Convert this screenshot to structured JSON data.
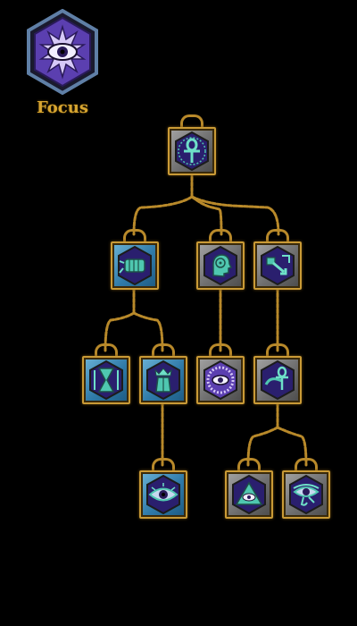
{
  "school": {
    "name": "Focus",
    "emblem_icon": "eye-icon"
  },
  "colors": {
    "chain": "#b8892a",
    "frame_gold": "#c99a36",
    "title_gold": "#d7a531",
    "node_blue": "#2f7aa8",
    "node_gray": "#6e6e6e",
    "icon_purple": "#3a2a8a",
    "icon_teal": "#4fc7b0"
  },
  "nodes": [
    {
      "id": "root",
      "icon": "ankh-icon",
      "style": "gray"
    },
    {
      "id": "n2a",
      "icon": "clenched-fist-icon",
      "style": "blue"
    },
    {
      "id": "n2b",
      "icon": "mind-head-icon",
      "style": "gray"
    },
    {
      "id": "n2c",
      "icon": "push-arrow-icon",
      "style": "gray"
    },
    {
      "id": "n3a",
      "icon": "hourglass-icon",
      "style": "blue"
    },
    {
      "id": "n3b",
      "icon": "crowned-figure-icon",
      "style": "blue"
    },
    {
      "id": "n3c",
      "icon": "radiant-eye-icon",
      "style": "gray"
    },
    {
      "id": "n3d",
      "icon": "ankh-hand-icon",
      "style": "gray"
    },
    {
      "id": "n4a",
      "icon": "watchful-eye-icon",
      "style": "blue"
    },
    {
      "id": "n4b",
      "icon": "pyramid-eye-icon",
      "style": "gray"
    },
    {
      "id": "n4c",
      "icon": "eye-of-horus-icon",
      "style": "gray"
    }
  ]
}
